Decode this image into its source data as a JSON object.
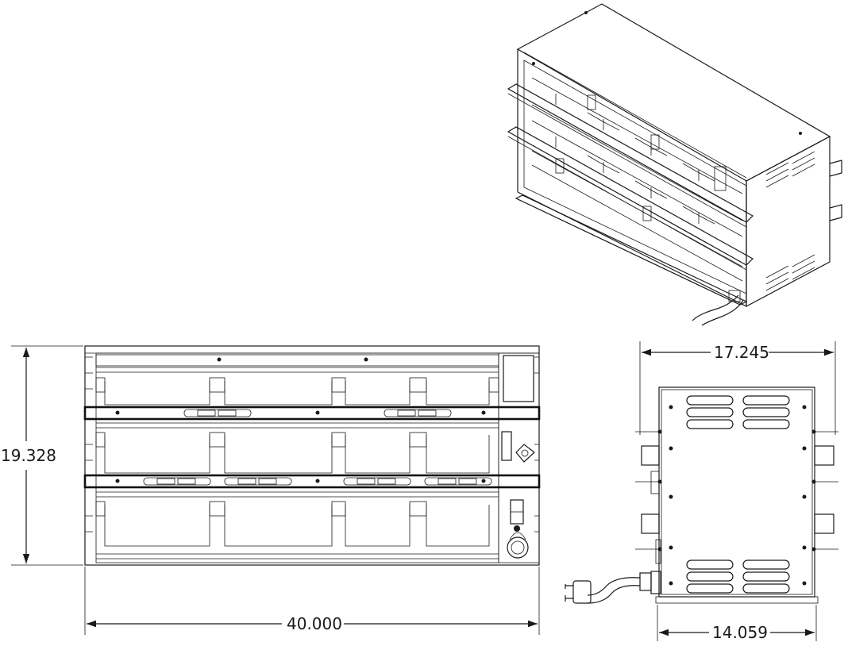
{
  "diagram": {
    "views": {
      "isometric": {},
      "front": {},
      "side": {}
    },
    "dimensions": {
      "overall_height": "19.328",
      "overall_width": "40.000",
      "side_top_depth": "17.245",
      "side_bottom_depth": "14.059"
    },
    "colors": {
      "line": "#1a1a1a",
      "background": "#ffffff"
    }
  }
}
